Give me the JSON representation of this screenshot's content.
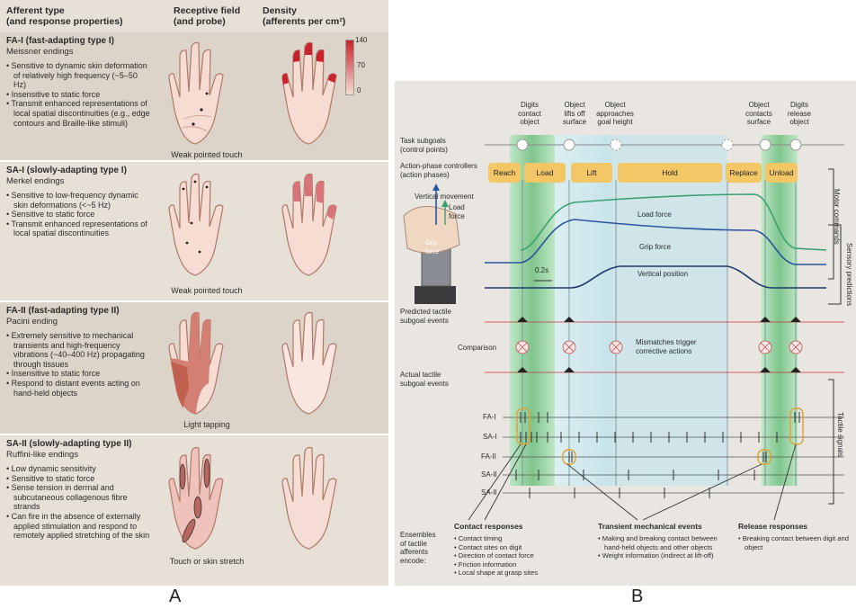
{
  "panel_a": {
    "header": {
      "col1": "Afferent type\n(and response properties)",
      "col2": "Receptive field\n(and probe)",
      "col3": "Density\n(afferents per cm²)"
    },
    "scale": {
      "max": "140",
      "mid": "70",
      "min": "0"
    },
    "rows": [
      {
        "title": "FA-I (fast-adapting type I)",
        "subtitle": "Meissner endings",
        "bullets": [
          "Sensitive to dynamic skin deformation of relatively high frequency (~5–50 Hz)",
          "Insensitive to static force",
          "Transmit enhanced representations of local spatial discontinuities (e.g., edge contours and Braille-like stimuli)"
        ],
        "caption": "Weak pointed touch"
      },
      {
        "title": "SA-I (slowly-adapting type I)",
        "subtitle": "Merkel endings",
        "bullets": [
          "Sensitive to low-frequency dynamic skin deformations (<~5 Hz)",
          "Sensitive to static force",
          "Transmit enhanced representations of local spatial discontinuities"
        ],
        "caption": "Weak pointed touch"
      },
      {
        "title": "FA-II (fast-adapting type II)",
        "subtitle": "Pacini ending",
        "bullets": [
          "Extremely sensitive to mechanical transients and high-frequency vibrations (~40–400 Hz) propagating through tissues",
          "Insensitive to static force",
          "Respond to distant events acting on hand-held objects"
        ],
        "caption": "Light tapping"
      },
      {
        "title": "SA-II (slowly-adapting type II)",
        "subtitle": "Ruffini-like endings",
        "bullets": [
          "Low dynamic sensitivity",
          "Sensitive to static force",
          "Sense tension in dermal and subcutaneous collagenous fibre strands",
          "Can fire in the absence of externally applied stimulation and respond to remotely applied stretching of the skin"
        ],
        "caption": "Touch or skin stretch"
      }
    ],
    "label": "A"
  },
  "panel_b": {
    "top_events": [
      "Digits\ncontact\nobject",
      "Object\nlifts off\nsurface",
      "Object\napproaches\ngoal height",
      "Object\ncontacts\nsurface",
      "Digits\nrelease\nobject"
    ],
    "task_subgoals": "Task subgoals\n(control points)",
    "action_controllers": "Action-phase controllers\n(action phases)",
    "phases": [
      "Reach",
      "Load",
      "Lift",
      "Hold",
      "Replace",
      "Unload"
    ],
    "vertical_movement": "Vertical movement",
    "load_force_arrow": "Load\nforce",
    "grip_force_box": "Grip\nforce",
    "curves": {
      "load": "Load force",
      "grip": "Grip force",
      "vertical": "Vertical position"
    },
    "timescale": "0.2s",
    "predicted": "Predicted tactile\nsubgoal events",
    "comparison": "Comparison",
    "mismatch": "Mismatches trigger\ncorrective actions",
    "actual": "Actual tactile\nsubgoal events",
    "afferents": [
      "FA-I",
      "SA-I",
      "FA-II",
      "SA-II",
      "SA-II"
    ],
    "right_labels": {
      "motor": "Motor commands",
      "sensory": "Sensory predictions",
      "tactile": "Tactile signals"
    },
    "ensembles": "Ensembles\nof tactile\nafferents\nencode:",
    "contact": {
      "title": "Contact responses",
      "items": [
        "Contact timing",
        "Contact sites on digit",
        "Direction of contact force",
        "Friction information",
        "Local shape at grasp sites"
      ]
    },
    "transient": {
      "title": "Transient mechanical events",
      "items": [
        "Making and breaking contact between hand-held objects and other objects",
        "Weight information (indirect at lift-off)"
      ]
    },
    "release": {
      "title": "Release responses",
      "items": [
        "Breaking contact between digit and object"
      ]
    },
    "label": "B"
  },
  "colors": {
    "panel_bg": "#e7e0d7",
    "phase": "#f3c766",
    "band_green": "#8fcf9a",
    "hold_blue": "#bfe0e8",
    "skin": "#f6dcd2",
    "density_red": "#c8232c"
  }
}
